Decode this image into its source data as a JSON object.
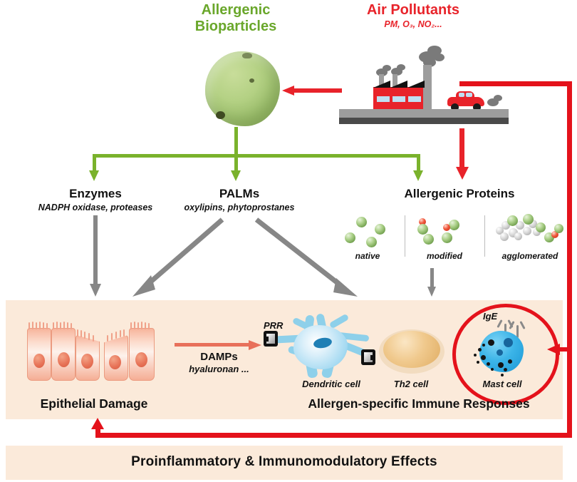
{
  "figure": {
    "type": "scientific-mechanism-diagram",
    "title_top_left": "Allergenic Bioparticles",
    "title_top_right": "Air Pollutants"
  },
  "top": {
    "bioparticles": {
      "line1": "Allergenic",
      "line2": "Bioparticles",
      "color": "#6aa72b"
    },
    "pollutants": {
      "title": "Air Pollutants",
      "subtitle": "PM, O₃, NO₂...",
      "color": "#e8232a"
    },
    "pollen_icon": "pollen-grain-icon",
    "pollution_icon": "factory-and-car-icon"
  },
  "mediators": {
    "enzymes": {
      "title": "Enzymes",
      "subtitle": "NADPH oxidase, proteases"
    },
    "palms": {
      "title": "PALMs",
      "subtitle": "oxylipins, phytoprostanes"
    },
    "proteins": {
      "title": "Allergenic Proteins",
      "states": [
        {
          "label": "native",
          "icon": "green-spheres-icon"
        },
        {
          "label": "modified",
          "icon": "green-red-spheres-icon"
        },
        {
          "label": "agglomerated",
          "icon": "protein-aggregate-icon"
        }
      ]
    }
  },
  "panel": {
    "left_title": "Epithelial Damage",
    "right_title": "Allergen-specific Immune Responses",
    "damps": {
      "label": "DAMPs",
      "sublabel": "hyaluronan ...",
      "arrow_color": "#e8705a"
    },
    "receptor_label": "PRR",
    "cells": [
      {
        "name": "Dendritic cell"
      },
      {
        "name": "Th2 cell"
      },
      {
        "name": "Mast cell"
      }
    ],
    "ige_label": "IgE",
    "highlight_color": "#e4121b"
  },
  "bottom": {
    "title": "Proinflammatory  &  Immunomodulatory Effects"
  },
  "colors": {
    "green_arrow": "#7ab22c",
    "red_arrow": "#e8232a",
    "gray_arrow": "#878787",
    "panel_bg": "#fbeada",
    "salmon": "#e8705a"
  }
}
